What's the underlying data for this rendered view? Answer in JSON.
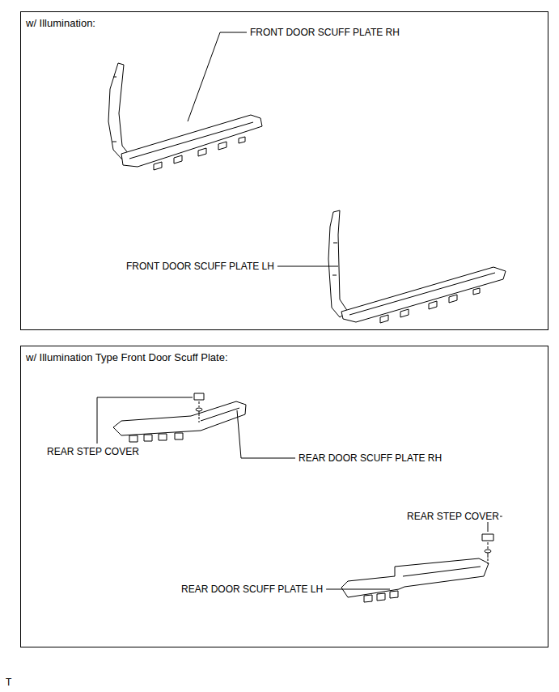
{
  "diagram": {
    "nodes": [
      {
        "text": [
          "w/ Illumination:"
        ]
      },
      {
        "text": [
          "w/ Illumination Type Front Door Scuff Plate:"
        ]
      }
    ],
    "edges": [],
    "labels": [
      "FRONT DOOR SCUFF PLATE RH",
      "FRONT DOOR SCUFF PLATE LH",
      "REAR STEP COVER",
      "REAR DOOR SCUFF PLATE RH",
      "REAR STEP COVER",
      "REAR DOOR SCUFF PLATE LH",
      "T"
    ]
  }
}
